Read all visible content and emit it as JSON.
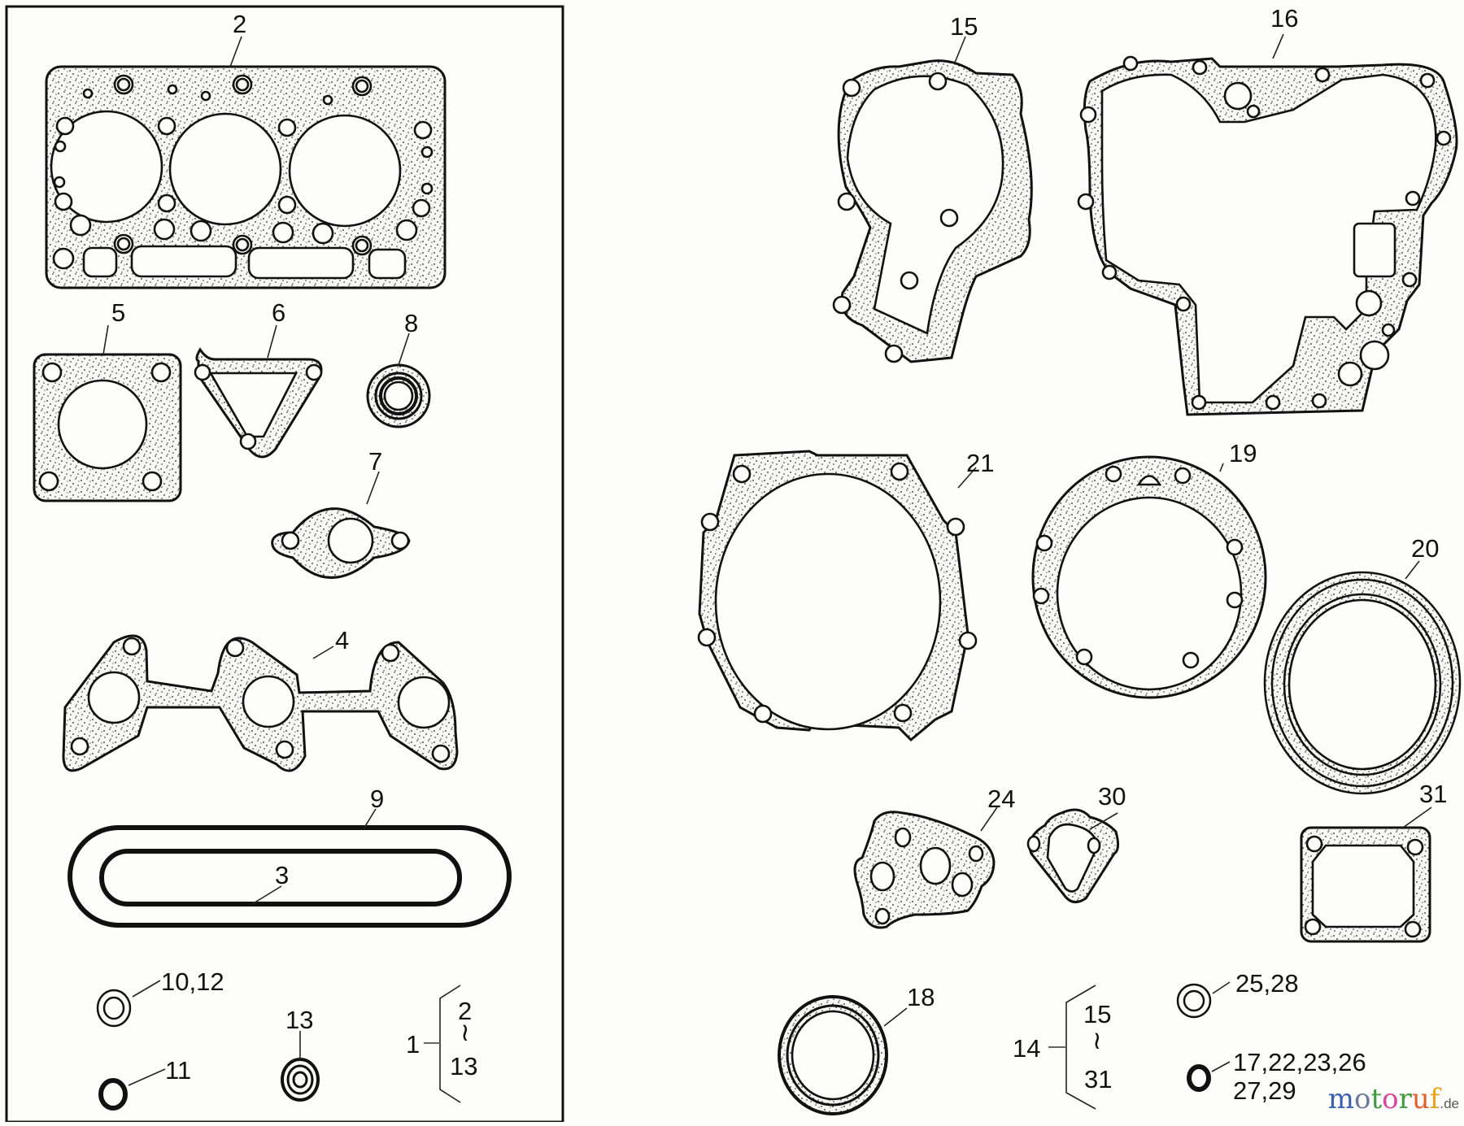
{
  "diagram": {
    "type": "exploded parts diagram",
    "subject": "engine gasket set",
    "left_panel": {
      "framed": true,
      "parts": [
        {
          "id": "2",
          "label": "2",
          "shape": "cylinder head gasket (3-cylinder)"
        },
        {
          "id": "5",
          "label": "5",
          "shape": "square flange gasket, 4 bolt holes"
        },
        {
          "id": "6",
          "label": "6",
          "shape": "triangular gasket, 3 bolt holes"
        },
        {
          "id": "8",
          "label": "8",
          "shape": "oil seal"
        },
        {
          "id": "7",
          "label": "7",
          "shape": "oval 2-bolt flange gasket"
        },
        {
          "id": "4",
          "label": "4",
          "shape": "exhaust manifold gasket, 3 ports"
        },
        {
          "id": "9",
          "label": "9",
          "shape": "outer oblong ring"
        },
        {
          "id": "3",
          "label": "3",
          "shape": "inner oblong ring"
        },
        {
          "id": "10,12",
          "label": "10,12",
          "shape": "copper washer"
        },
        {
          "id": "11",
          "label": "11",
          "shape": "O-ring"
        },
        {
          "id": "13",
          "label": "13",
          "shape": "valve stem seal"
        }
      ],
      "set_bracket": {
        "label": "1",
        "from": "2",
        "range_symbol": "≀",
        "to": "13"
      }
    },
    "right_panel": {
      "parts": [
        {
          "id": "15",
          "label": "15",
          "shape": "water pump gasket"
        },
        {
          "id": "16",
          "label": "16",
          "shape": "gear case gasket"
        },
        {
          "id": "21",
          "label": "21",
          "shape": "octagonal flange gasket, 8 holes"
        },
        {
          "id": "19",
          "label": "19",
          "shape": "round gasket, 8 holes with notch"
        },
        {
          "id": "20",
          "label": "20",
          "shape": "crankshaft oil seal"
        },
        {
          "id": "24",
          "label": "24",
          "shape": "irregular gasket, 3 ports"
        },
        {
          "id": "30",
          "label": "30",
          "shape": "fuel pump gasket"
        },
        {
          "id": "31",
          "label": "31",
          "shape": "rectangular cover gasket, 4 holes"
        },
        {
          "id": "18",
          "label": "18",
          "shape": "oil seal"
        },
        {
          "id": "25,28",
          "label": "25,28",
          "shape": "copper washer"
        },
        {
          "id": "17,22,23,26,27,29",
          "label_line1": "17,22,23,26",
          "label_line2": "27,29",
          "shape": "O-ring"
        }
      ],
      "set_bracket": {
        "label": "14",
        "from": "15",
        "range_symbol": "≀",
        "to": "31"
      }
    }
  },
  "watermark": {
    "letters": [
      {
        "ch": "m",
        "color": "#3a5fb0"
      },
      {
        "ch": "o",
        "color": "#6b7a9a"
      },
      {
        "ch": "t",
        "color": "#3f9a3f"
      },
      {
        "ch": "o",
        "color": "#d9479a"
      },
      {
        "ch": "r",
        "color": "#3f9a3f"
      },
      {
        "ch": "u",
        "color": "#e0622a"
      },
      {
        "ch": "f",
        "color": "#e8a21c"
      }
    ],
    "tld": ".de"
  }
}
